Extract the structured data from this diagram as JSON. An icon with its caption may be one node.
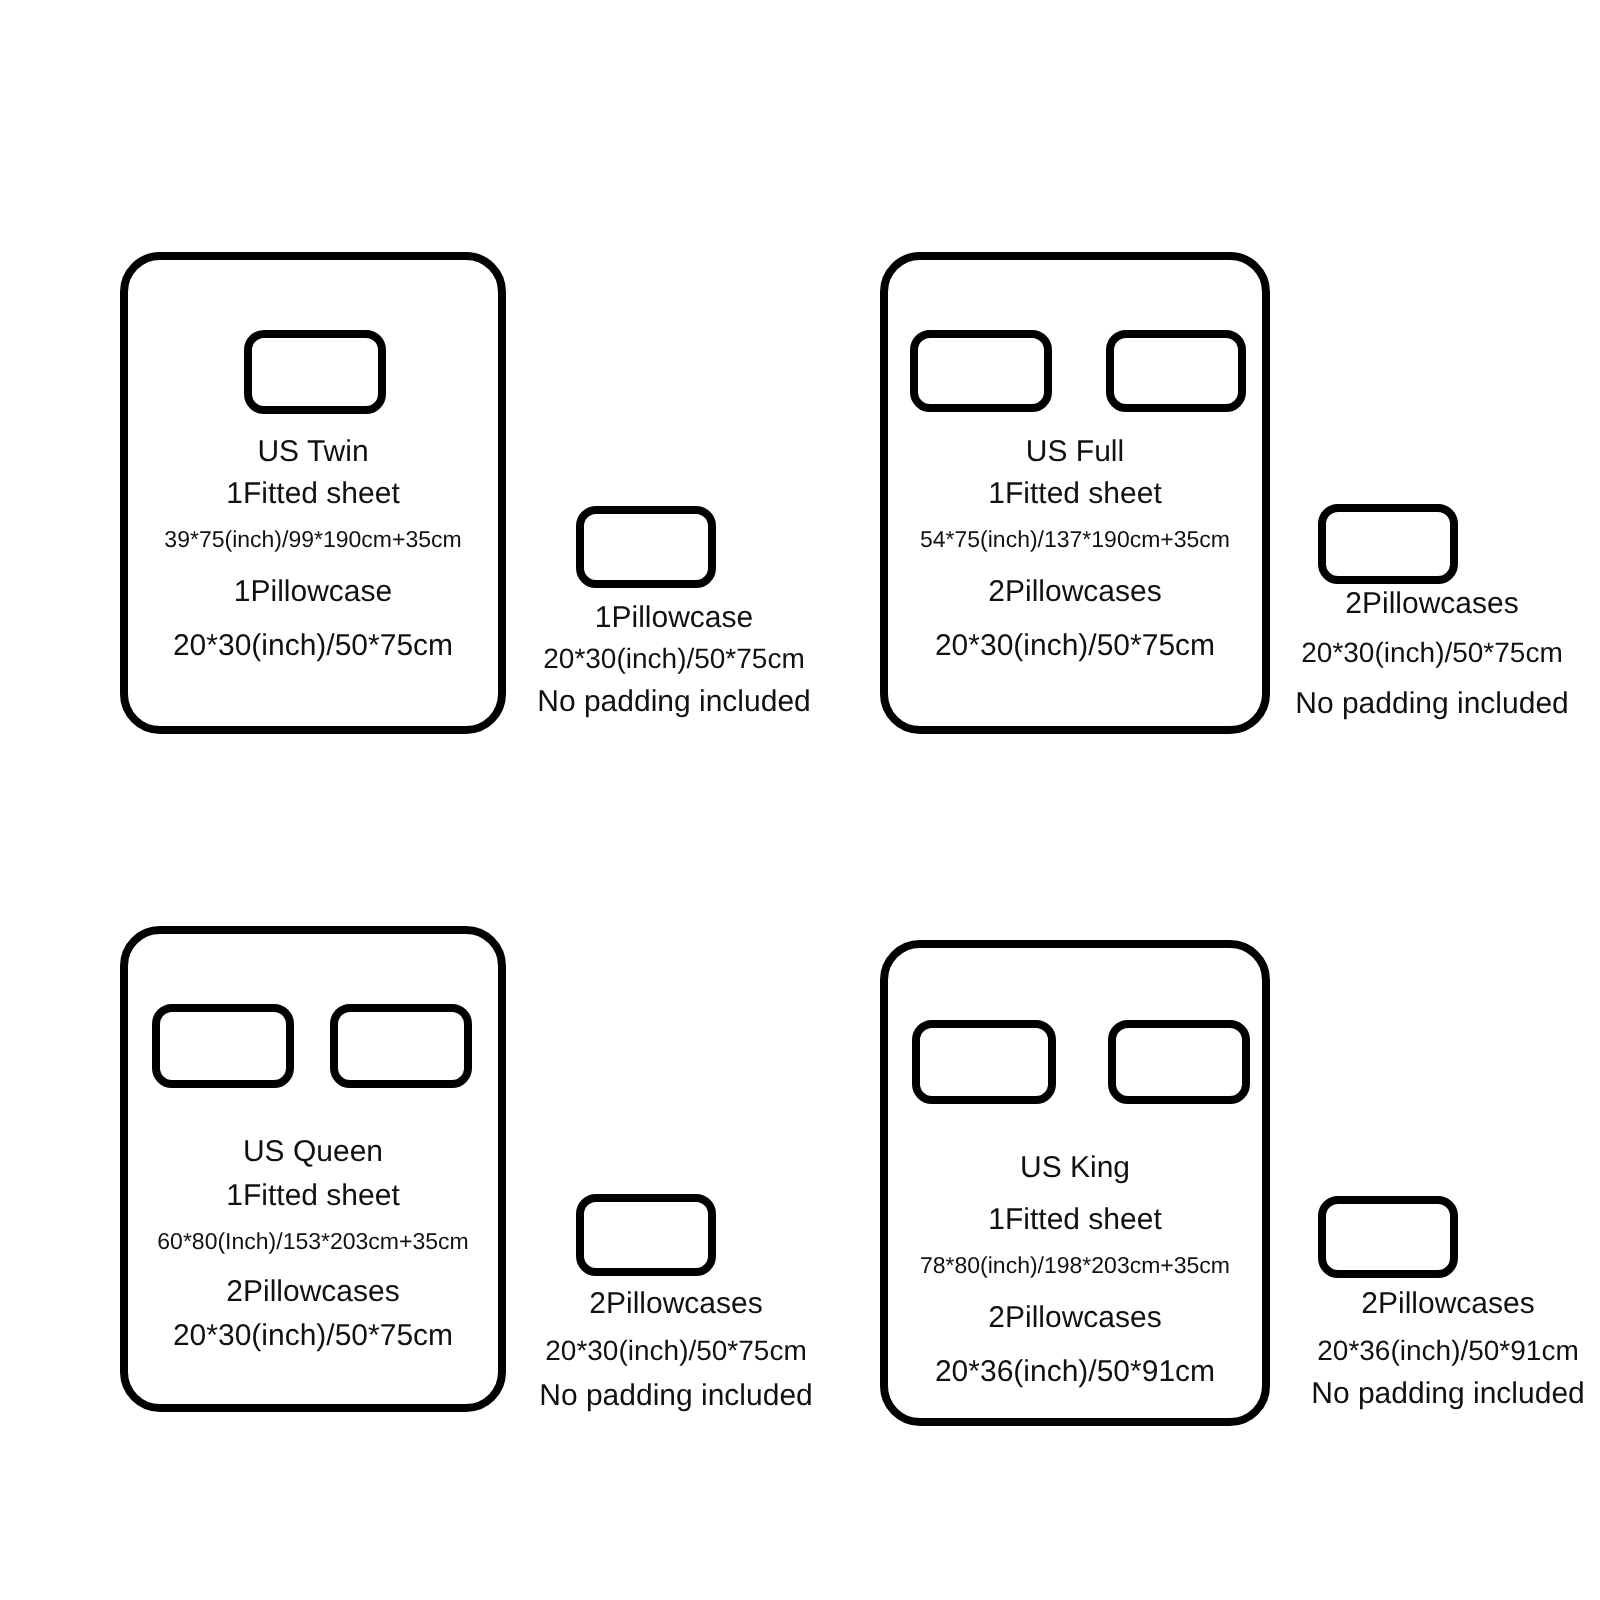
{
  "diagram": {
    "nodes": [
      {
        "text": [
          "US Twin",
          "1Fitted sheet",
          "39*75(inch)/99*190cm+35cm",
          "1Pillowcase",
          "20*30(inch)/50*75cm"
        ]
      },
      {
        "text": [],
        "shape": "box",
        "in": 0
      },
      {
        "text": [],
        "shape": "box",
        "beside": [
          "1Pillowcase",
          "20*30(inch)/50*75cm",
          "No padding included"
        ]
      },
      {
        "text": [
          "US Full",
          "1Fitted sheet",
          "54*75(inch)/137*190cm+35cm",
          "2Pillowcases",
          "20*30(inch)/50*75cm"
        ]
      },
      {
        "text": [],
        "shape": "box",
        "in": 3
      },
      {
        "text": [],
        "shape": "box",
        "in": 3
      },
      {
        "text": [],
        "shape": "box",
        "beside": [
          "2Pillowcases",
          "20*30(inch)/50*75cm",
          "No padding included"
        ]
      },
      {
        "text": [
          "US Queen",
          "1Fitted sheet",
          "60*80(Inch)/153*203cm+35cm",
          "2Pillowcases",
          "20*30(inch)/50*75cm"
        ]
      },
      {
        "text": [],
        "shape": "box",
        "in": 7
      },
      {
        "text": [],
        "shape": "box",
        "in": 7
      },
      {
        "text": [],
        "shape": "box",
        "beside": [
          "2Pillowcases",
          "20*30(inch)/50*75cm",
          "No padding included"
        ]
      },
      {
        "text": [
          "US King",
          "1Fitted sheet",
          "78*80(inch)/198*203cm+35cm",
          "2Pillowcases",
          "20*36(inch)/50*91cm"
        ]
      },
      {
        "text": [],
        "shape": "box",
        "in": 11
      },
      {
        "text": [],
        "shape": "box",
        "in": 11
      },
      {
        "text": [],
        "shape": "box",
        "beside": [
          "2Pillowcases",
          "20*36(inch)/50*91cm",
          "No padding included"
        ]
      }
    ]
  }
}
